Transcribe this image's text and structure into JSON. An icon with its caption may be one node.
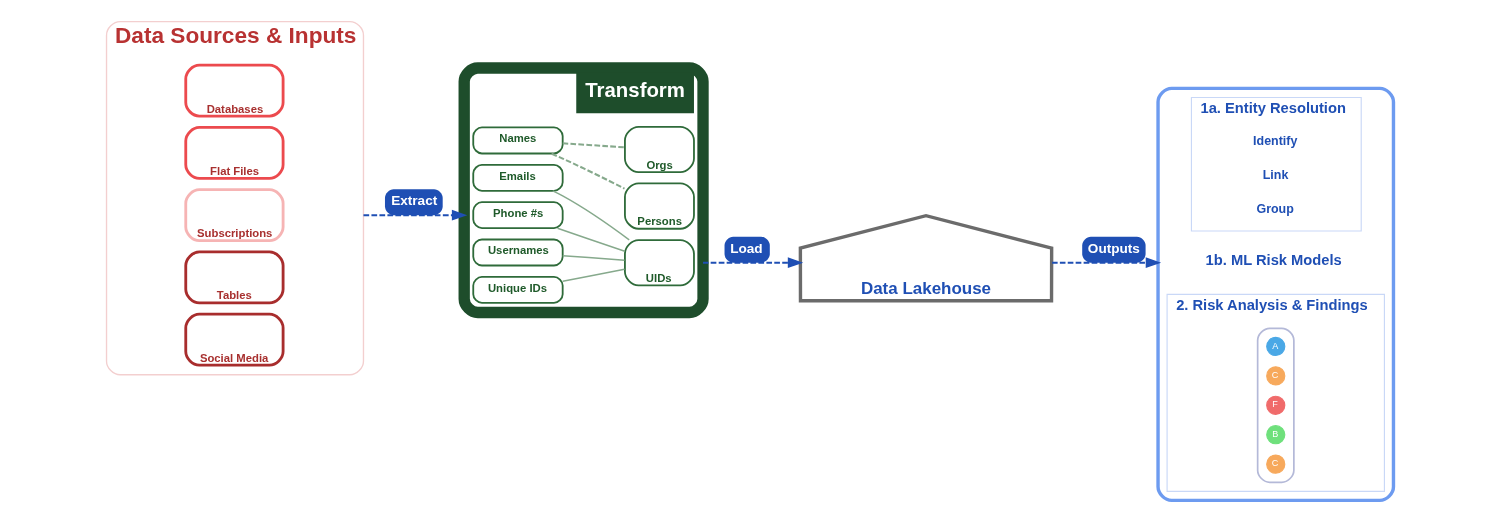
{
  "diagram": {
    "nodes": [
      {
        "text": [
          "Data Sources & Inputs"
        ]
      },
      {
        "text": [
          "Databases"
        ],
        "in": 0
      },
      {
        "text": [
          "Flat Files"
        ],
        "in": 0
      },
      {
        "text": [
          "Subscriptions"
        ],
        "in": 0
      },
      {
        "text": [
          "Tables"
        ],
        "in": 0
      },
      {
        "text": [
          "Social Media"
        ],
        "in": 0
      },
      {
        "text": [
          "Transform"
        ]
      },
      {
        "text": [
          "Names"
        ],
        "in": 6
      },
      {
        "text": [
          "Emails"
        ],
        "in": 6
      },
      {
        "text": [
          "Phone #s"
        ],
        "in": 6
      },
      {
        "text": [
          "Usernames"
        ],
        "in": 6
      },
      {
        "text": [
          "Unique IDs"
        ],
        "in": 6
      },
      {
        "text": [
          "Persons"
        ],
        "in": 6
      },
      {
        "text": [
          "UIDs"
        ],
        "in": 6
      },
      {
        "text": [
          "Orgs"
        ],
        "in": 6
      },
      {
        "text": [
          "Data Lakehouse"
        ]
      },
      {
        "text": [],
        "shape": "box"
      },
      {
        "text": [
          "1a. Entity Resolution"
        ],
        "in": 16
      },
      {
        "text": [
          "Identify"
        ],
        "in": 17
      },
      {
        "text": [
          "Link"
        ],
        "in": 17
      },
      {
        "text": [
          "Group"
        ],
        "in": 17
      },
      {
        "text": [
          "1b. ML Risk Models"
        ],
        "in": 16
      },
      {
        "text": [
          "2. Risk Analysis & Findings"
        ],
        "in": 16
      },
      {
        "text": [],
        "shape": "box",
        "in": 22
      },
      {
        "text": [
          "A"
        ],
        "in": 23
      },
      {
        "text": [
          "C"
        ],
        "in": 23
      },
      {
        "text": [
          "F"
        ],
        "in": 23
      },
      {
        "text": [
          "B"
        ],
        "in": 23
      },
      {
        "text": [
          "C"
        ],
        "in": 23
      }
    ],
    "edges": [
      {
        "from": 0,
        "to": 6,
        "arrow": "to",
        "label": "Extract",
        "style": "dashed",
        "color": "#1f4fb4"
      },
      {
        "from": 7,
        "to": 12,
        "arrow": "none",
        "style": "dashed"
      },
      {
        "from": 7,
        "to": 14,
        "arrow": "none",
        "style": "dashed"
      },
      {
        "from": 8,
        "to": 13,
        "arrow": "none"
      },
      {
        "from": 9,
        "to": 13,
        "arrow": "none"
      },
      {
        "from": 10,
        "to": 13,
        "arrow": "none"
      },
      {
        "from": 11,
        "to": 13,
        "arrow": "none"
      },
      {
        "from": 6,
        "to": 15,
        "arrow": "to",
        "label": "Load",
        "style": "dashed",
        "color": "#1f4fb4"
      },
      {
        "from": 15,
        "to": 16,
        "arrow": "to",
        "label": "Outputs",
        "style": "dashed",
        "color": "#1f4fb4"
      }
    ]
  }
}
